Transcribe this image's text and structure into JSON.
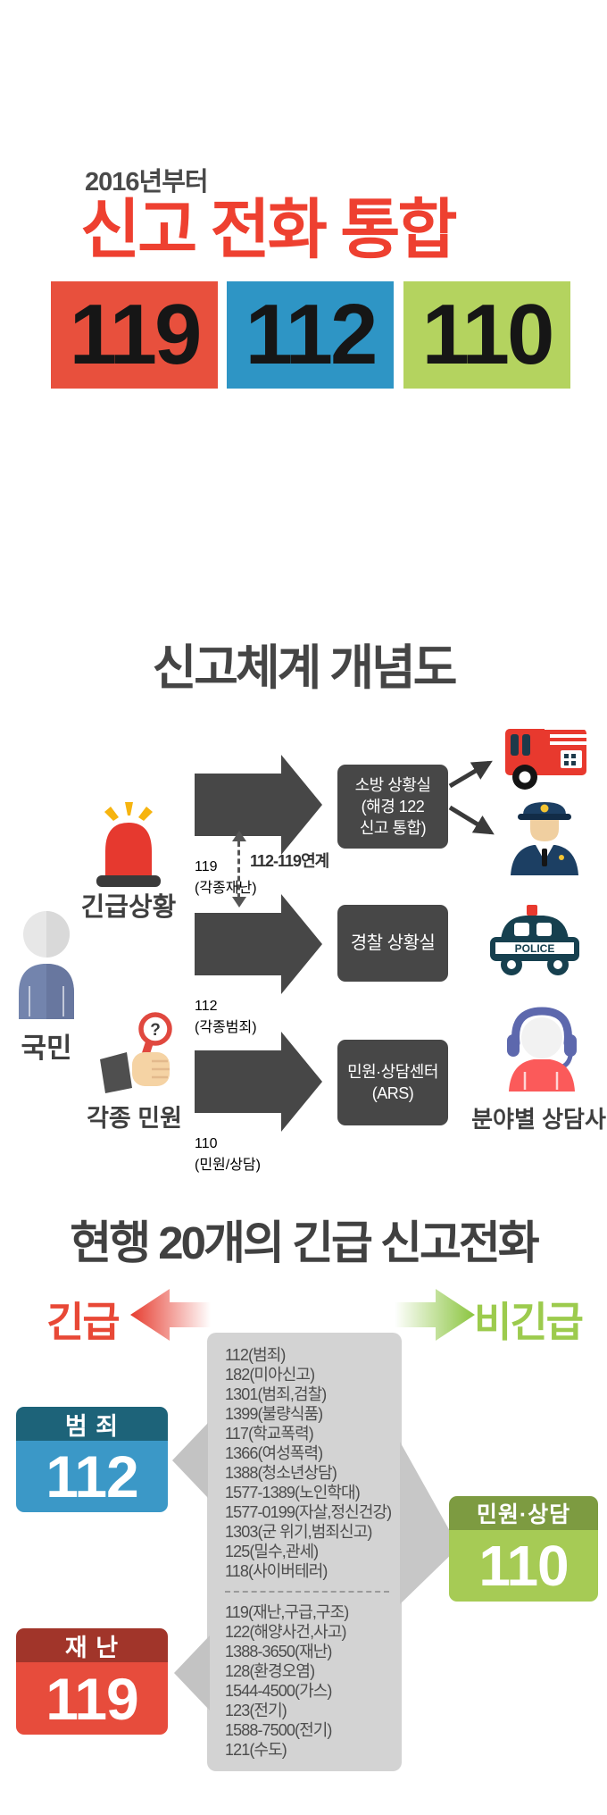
{
  "colors": {
    "title_red": "#ee4030",
    "box_red": "#e8503d",
    "box_blue": "#2e95c5",
    "box_green": "#b4d35f",
    "diagram_dark": "#474747",
    "urgent_red": "#e84836",
    "non_urgent_green": "#9ccb4d",
    "list_box_gray": "#d3d3d3",
    "crime_header": "#1d6379",
    "crime_body": "#3b98c7",
    "disaster_header": "#a1352a",
    "disaster_body": "#e74c3c",
    "civil_header": "#7d9b41",
    "civil_body": "#a6cb55"
  },
  "header": {
    "eyebrow": "2016년부터",
    "title": "신고 전화 통합",
    "number_boxes": [
      {
        "value": "119"
      },
      {
        "value": "112"
      },
      {
        "value": "110"
      }
    ]
  },
  "diagram": {
    "title": "신고체계 개념도",
    "citizen_label": "국민",
    "emergency_label": "긴급상황",
    "civil_label": "각종 민원",
    "link_label": "112-119연계",
    "magnifier_mark": "?",
    "police_car_text": "POLICE",
    "counselor_label": "분야별 상담사",
    "rows": [
      {
        "arrow_line1": "119",
        "arrow_line2": "(각종재난)",
        "dest_lines": [
          "소방 상황실",
          "(해경 122",
          "신고 통합)"
        ]
      },
      {
        "arrow_line1": "112",
        "arrow_line2": "(각종범죄)",
        "dest_lines": [
          "경찰 상황실"
        ]
      },
      {
        "arrow_line1": "110",
        "arrow_line2": "(민원/상담)",
        "dest_lines": [
          "민원·상담센터",
          "(ARS)"
        ]
      }
    ]
  },
  "bottom": {
    "title": "현행 20개의 긴급 신고전화",
    "urgent_label": "긴급",
    "non_urgent_label": "비긴급",
    "crime_box": {
      "name": "범 죄",
      "number": "112"
    },
    "disaster_box": {
      "name": "재 난",
      "number": "119"
    },
    "civil_box": {
      "name": "민원·상담",
      "number": "110"
    },
    "urgent_numbers": [
      "112(범죄)",
      "182(미아신고)",
      "1301(범죄,검찰)",
      "1399(불량식품)",
      "117(학교폭력)",
      "1366(여성폭력)",
      "1388(청소년상담)",
      "1577-1389(노인학대)",
      "1577-0199(자살,정신건강)",
      "1303(군 위기,범죄신고)",
      "125(밀수,관세)",
      "118(사이버테러)"
    ],
    "non_urgent_numbers": [
      "119(재난,구급,구조)",
      "122(해양사건,사고)",
      "1388-3650(재난)",
      "128(환경오염)",
      "1544-4500(가스)",
      "123(전기)",
      "1588-7500(전기)",
      "121(수도)"
    ]
  }
}
